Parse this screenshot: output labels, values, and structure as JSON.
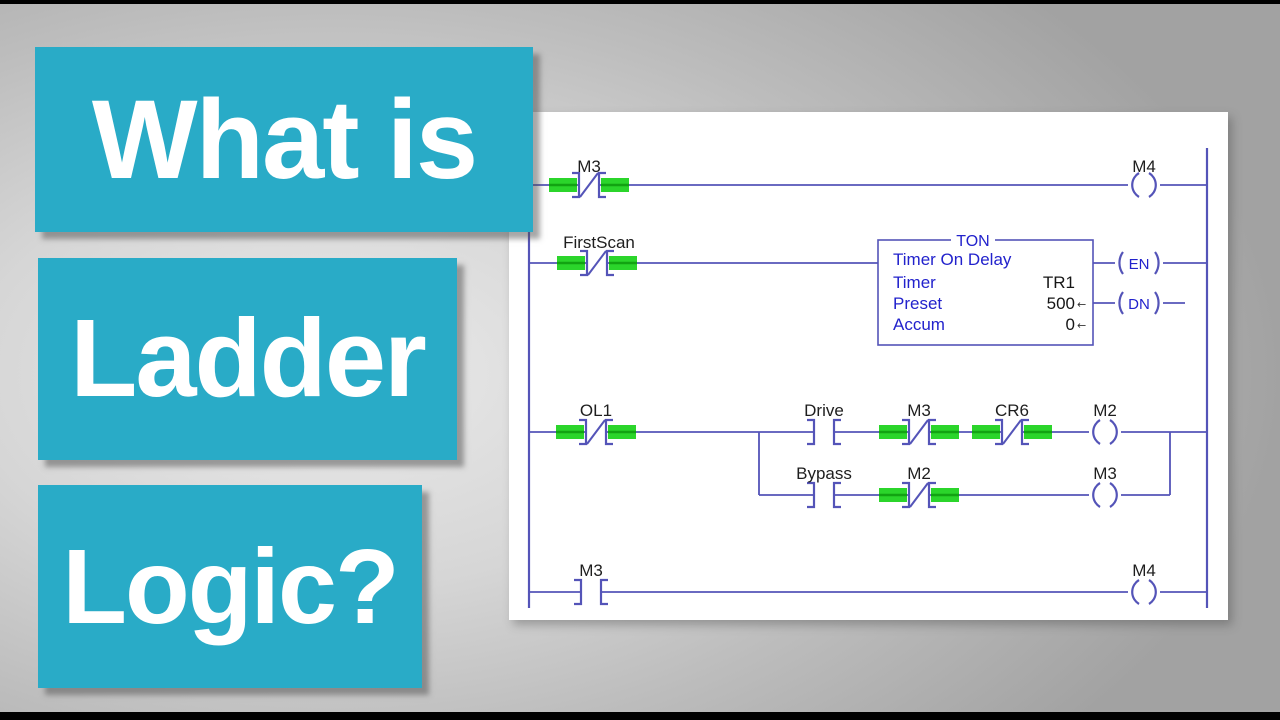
{
  "title_cards": {
    "card1": "What is",
    "card2": "Ladder",
    "card3": "Logic?"
  },
  "colors": {
    "teal": "#29abc7",
    "card_text": "#ffffff",
    "panel_bg": "#ffffff",
    "ladder_line_blue": "#5454b8",
    "ladder_text_blue": "#2222cc",
    "contact_highlight_green": "#2bd52b",
    "label_color": "#1e1e1e"
  },
  "ladder": {
    "rung1": {
      "contact": "M3",
      "coil": "M4"
    },
    "rung2": {
      "contact": "FirstScan",
      "timer_block": {
        "header": "TON",
        "title": "Timer On Delay",
        "timer_label": "Timer",
        "timer_value": "TR1",
        "preset_label": "Preset",
        "preset_value": "500",
        "accum_label": "Accum",
        "accum_value": "0",
        "value_arrow": "←",
        "enable_out": "EN",
        "done_out": "DN"
      }
    },
    "rung3": {
      "contact": "OL1",
      "top_branch": {
        "contact1": "Drive",
        "contact2": "M3",
        "contact3": "CR6",
        "coil": "M2"
      },
      "bottom_branch": {
        "contact1": "Bypass",
        "contact2": "M2",
        "coil": "M3"
      }
    },
    "rung4": {
      "contact": "M3",
      "coil": "M4"
    }
  }
}
